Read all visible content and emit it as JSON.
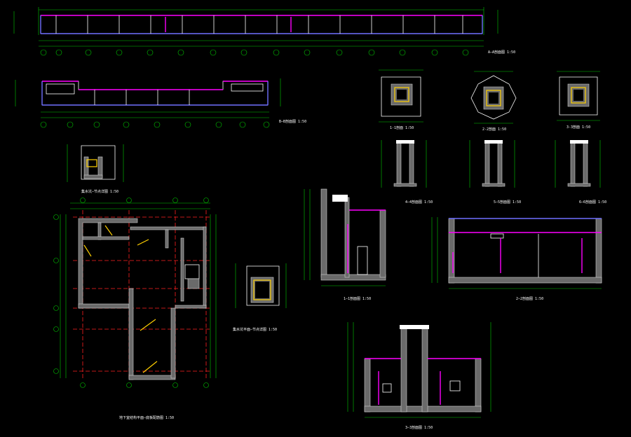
{
  "drawing": {
    "background": "#000000",
    "colors": {
      "dim": "#00c800",
      "wall": "#6a6a6a",
      "section_top": "#ff00ff",
      "section_edge": "#7070ff",
      "grid": "#ff2020",
      "rebar": "#ffd000"
    },
    "title_labels": {
      "elev_a": "A—A剖面图 1:50",
      "elev_b": "B—B剖面图 1:50",
      "plan_1": "1-1剖面 1:50",
      "plan_2": "2-2剖面 1:50",
      "plan_3": "3-3剖面 1:50",
      "sec_4": "4—4剖面图 1:50",
      "sec_5": "5—5剖面图 1:50",
      "sec_6": "6—6剖面图 1:50",
      "detail_small": "集水坑—节点详图 1:50",
      "detail_mid": "集水坑平面—节点详图 1:50",
      "main_plan": "地下室结构平面—底板配筋图 1:50",
      "sec_1_big": "1—1剖面图 1:50",
      "sec_2_big": "2—2剖面图 1:50",
      "sec_3_big": "3—3剖面图 1:50"
    }
  }
}
